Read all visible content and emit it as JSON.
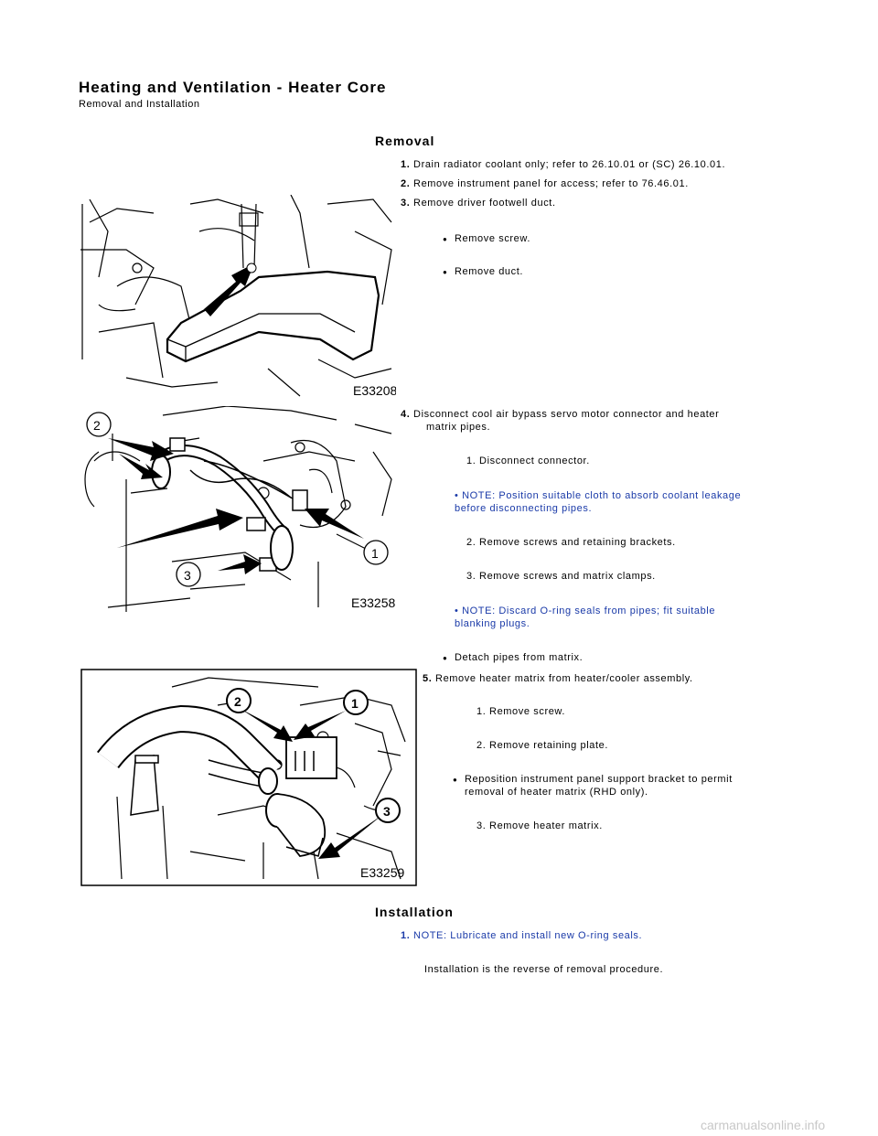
{
  "header": {
    "title": "Heating and Ventilation - Heater Core",
    "subtitle": "Removal and Installation"
  },
  "removal": {
    "heading": "Removal",
    "step1": {
      "num": "1.",
      "text": "Drain radiator coolant only; refer to 26.10.01 or (SC) 26.10.01."
    },
    "step2": {
      "num": "2.",
      "text": "Remove instrument panel for access; refer to 76.46.01."
    },
    "step3": {
      "num": "3.",
      "text": "Remove driver footwell duct.",
      "b1": "Remove screw.",
      "b2": "Remove duct."
    },
    "step4": {
      "num": "4.",
      "line1": "Disconnect cool air bypass servo motor connector and heater",
      "line2": "matrix pipes.",
      "s1": "1. Disconnect connector.",
      "n1a": "• NOTE: Position suitable cloth to absorb coolant leakage",
      "n1b": "before disconnecting pipes.",
      "s2": "2. Remove screws and retaining brackets.",
      "s3": "3. Remove screws and matrix clamps.",
      "n2a": "• NOTE: Discard O-ring seals from pipes; fit suitable",
      "n2b": "blanking plugs.",
      "b1": "Detach pipes from matrix."
    },
    "step5": {
      "num": "5.",
      "text": "Remove heater matrix from heater/cooler assembly.",
      "s1": "1. Remove screw.",
      "s2": "2. Remove retaining plate.",
      "b1a": "Reposition instrument panel support bracket to permit",
      "b1b": "removal of heater matrix (RHD only).",
      "s3": "3. Remove heater matrix."
    }
  },
  "installation": {
    "heading": "Installation",
    "step1": {
      "num": "1.",
      "text": "NOTE: Lubricate and install new O-ring seals."
    },
    "text": "Installation is the reverse of removal procedure."
  },
  "figures": {
    "fig1": {
      "code": "E33208"
    },
    "fig2": {
      "code": "E33258",
      "c1": "1",
      "c2": "2",
      "c3": "3"
    },
    "fig3": {
      "code": "E33259",
      "c1": "1",
      "c2": "2",
      "c3": "3"
    }
  },
  "watermark": "carmanualsonline.info"
}
